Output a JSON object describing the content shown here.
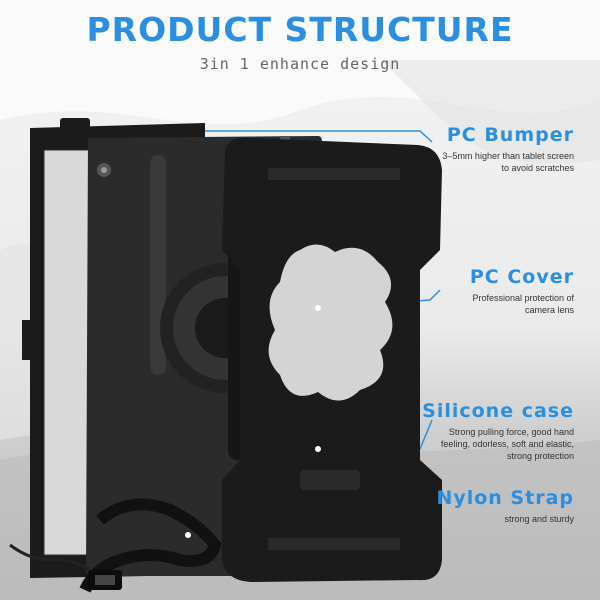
{
  "header": {
    "title": "PRODUCT STRUCTURE",
    "subtitle": "3in 1 enhance design"
  },
  "features": [
    {
      "title": "PC Bumper",
      "desc": "3–5mm higher than tablet screen\nto avoid scratches"
    },
    {
      "title": "PC Cover",
      "desc": "Professional protection of\ncamera lens"
    },
    {
      "title": "Silicone case",
      "desc": "Strong pulling force, good hand\nfeeling, odorless, soft and elastic,\nstrong protection"
    },
    {
      "title": "Nylon Strap",
      "desc": "strong and sturdy"
    }
  ],
  "colors": {
    "accent": "#2a8fe0",
    "case": "#1b1b1b",
    "background": "#f0f0f0"
  }
}
